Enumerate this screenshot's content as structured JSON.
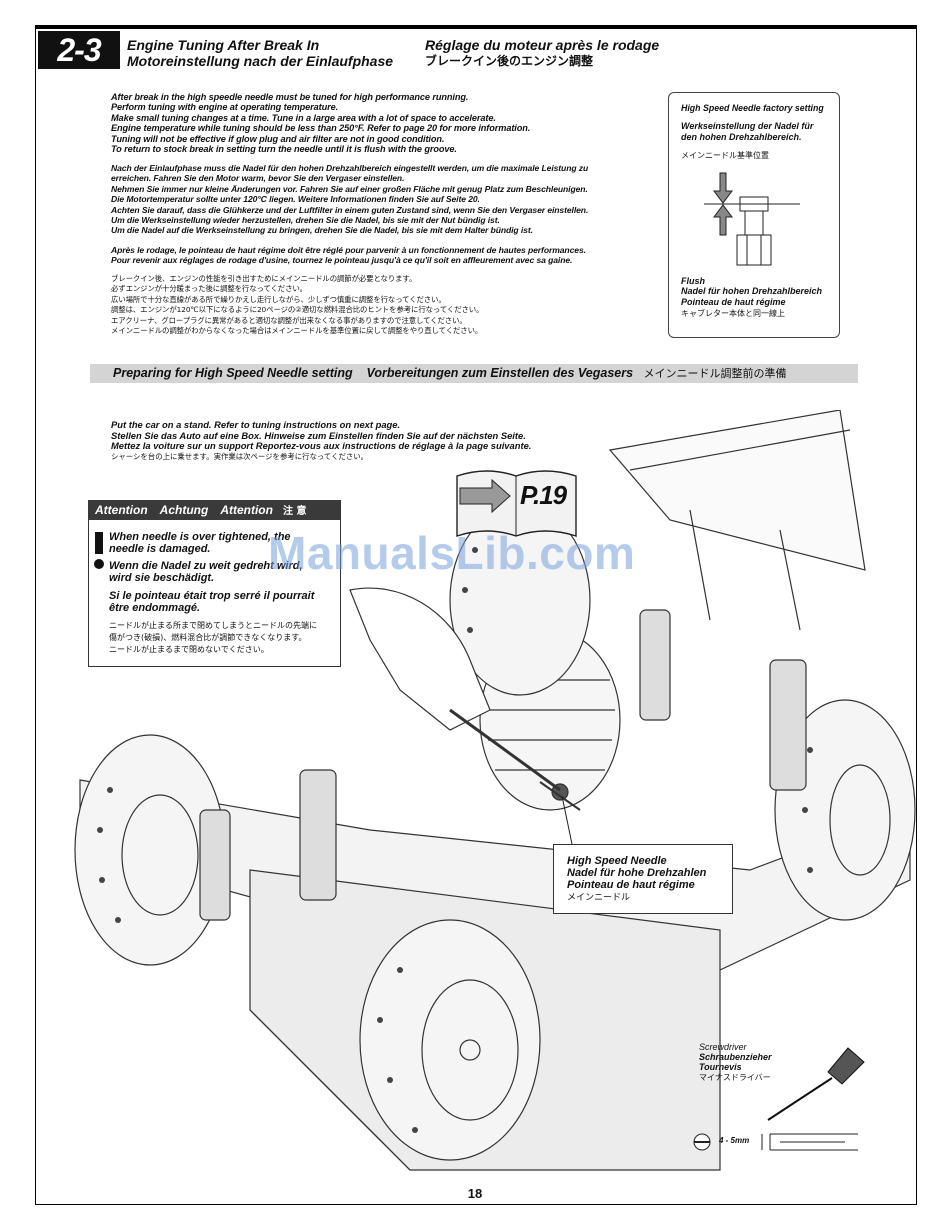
{
  "section": {
    "number": "2-3"
  },
  "titles": {
    "en": "Engine Tuning After Break In",
    "de": "Motoreinstellung nach der Einlaufphase",
    "fr": "Réglage du moteur après le rodage",
    "jp": "ブレークイン後のエンジン調整"
  },
  "intro": {
    "en": [
      "After break in the high speedle needle must be tuned for high performance running.",
      "Perform tuning with engine at operating temperature.",
      "Make small tuning changes at a time. Tune in a large area with a lot of space to accelerate.",
      "Engine temperature while tuning should be less than 250°F. Refer to page 20 for more information.",
      "Tuning will not be effective if glow plug and air filter are not in good condition.",
      "To return to stock break in setting turn the needle until it is flush with the groove."
    ],
    "de": [
      "Nach der Einlaufphase muss die Nadel für den hohen Drehzahlbereich eingestellt werden, um die maximale Leistung zu",
      "erreichen. Fahren Sie den Motor warm, bevor Sie den Vergaser einstellen.",
      "Nehmen Sie immer nur kleine Änderungen vor. Fahren Sie auf einer großen Fläche mit genug Platz zum Beschleunigen.",
      "Die Motortemperatur sollte unter 120°C liegen. Weitere Informationen finden Sie auf Seite 20.",
      "Achten Sie darauf, dass die Glühkerze und der Luftfilter in einem guten Zustand sind, wenn Sie den Vergaser einstellen.",
      "Um die Werkseinstellung wieder herzustellen, drehen Sie die Nadel, bis sie mit der Nut bündig ist.",
      "Um die Nadel auf die Werkseinstellung zu bringen, drehen Sie die Nadel, bis sie mit dem Halter bündig ist."
    ],
    "fr": [
      "Après le rodage, le pointeau de haut régime doit être réglé pour parvenir à un fonctionnement de hautes performances.",
      "Pour revenir aux réglages de rodage d'usine, tournez le pointeau jusqu'à ce qu'il soit en affleurement avec sa gaine."
    ],
    "jp": [
      "ブレークイン後、エンジンの性能を引き出すためにメインニードルの調節が必要となります。",
      "必ずエンジンが十分暖まった後に調整を行なってください。",
      "広い場所で十分な直線がある所で繰りかえし走行しながら、少しずつ慎重に調整を行なってください。",
      "調整は、エンジンが120℃以下になるように20ページの②適切な燃料混合比のヒントを参考に行なってください。",
      "エアクリーナ、グロープラグに異常があると適切な調整が出来なくなる事がありますので注意してください。",
      "メインニードルの調整がわからなくなった場合はメインニードルを基準位置に戻して調整をやり直してください。"
    ]
  },
  "factory_setting": {
    "title": "High Speed Needle factory setting",
    "de": [
      "Werkseinstellung der Nadel für",
      "den hohen Drehzahlbereich."
    ],
    "jp": "メインニードル基準位置",
    "flush": "Flush",
    "flush_de": "Nadel für hohen Drehzahlbereich",
    "flush_fr": "Pointeau de haut régime",
    "flush_jp": "キャブレター本体と同一線上"
  },
  "prep": {
    "en": "Preparing for High Speed Needle setting",
    "de": "Vorbereitungen zum Einstellen des Vegasers",
    "jp": "メインニードル調整前の準備"
  },
  "stand": {
    "en": "Put the car on a stand. Refer to tuning instructions on next page.",
    "de": "Stellen Sie das Auto auf eine Box. Hinweise zum Einstellen finden Sie auf der nächsten Seite.",
    "fr": "Mettez la voiture sur un support Reportez-vous aux instructions de réglage à la page suivante.",
    "jp": "シャーシを台の上に乗せます。実作業は次ページを参考に行なってください。"
  },
  "page_ref": "P.19",
  "attention": {
    "header": [
      "Attention",
      "Achtung",
      "Attention",
      "注 意"
    ],
    "en": [
      "When needle is over tightened, the",
      "needle is damaged."
    ],
    "de": [
      "Wenn die Nadel zu weit gedreht wird,",
      "wird sie beschädigt."
    ],
    "fr": [
      "Si le pointeau était trop serré il pourrait",
      "être endommagé."
    ],
    "jp": [
      "ニードルが止まる所まで閉めてしまうとニードルの先端に",
      "傷がつき(破損)、燃料混合比が調節できなくなります。",
      "ニードルが止まるまで閉めないでください。"
    ]
  },
  "needle_label": {
    "en": "High Speed Needle",
    "de": "Nadel für hohe Drehzahlen",
    "fr": "Pointeau de haut régime",
    "jp": "メインニードル"
  },
  "screwdriver": {
    "en": "Screwdriver",
    "de": "Schraubenzieher",
    "fr": "Tournevis",
    "jp": "マイナスドライバー",
    "size": "4 - 5mm"
  },
  "watermark": "ManualsLib.com",
  "page_number": "18"
}
